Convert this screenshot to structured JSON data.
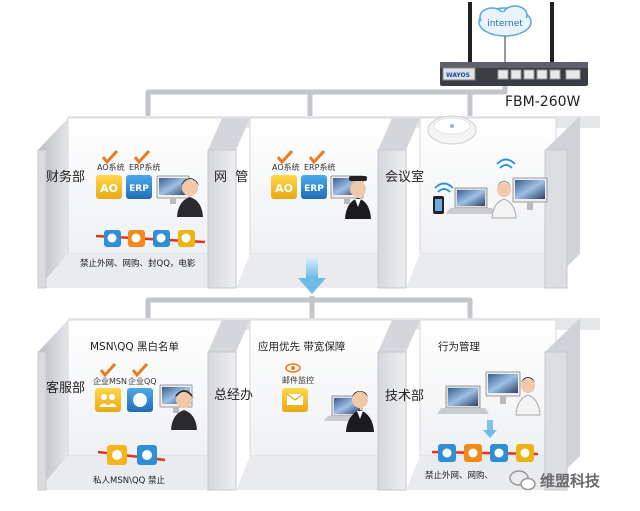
{
  "router": {
    "cloud_label": "internet",
    "brand": "WAYOS",
    "model": "FBM-260W"
  },
  "rooms_top": [
    {
      "name": "财务部",
      "app_labels": [
        "AO系统",
        "ERP系统"
      ],
      "app_badges": [
        "AO",
        "ERP"
      ],
      "caption": "禁止外网、网购、封QQ，电影"
    },
    {
      "name": "网  管",
      "app_labels": [
        "AO系统",
        "ERP系统"
      ],
      "app_badges": [
        "AO",
        "ERP"
      ]
    },
    {
      "name": "会议室"
    }
  ],
  "rooms_bottom": [
    {
      "name": "客服部",
      "heading": "MSN\\QQ 黑白名单",
      "app_labels": [
        "企业MSN",
        "企业QQ"
      ],
      "caption": "私人MSN\\QQ 禁止"
    },
    {
      "name": "总经办",
      "heading": "应用优先 带宽保障",
      "app_labels": [
        "邮件监控"
      ]
    },
    {
      "name": "技术部",
      "heading": "行为管理",
      "caption": "禁止外网、网购、"
    }
  ],
  "watermark": "维盟科技",
  "colors": {
    "accent_blue": "#2f8fd6",
    "wall_gray": "#c9cbd0",
    "check_orange": "#f07818",
    "ban_red": "#e2331c",
    "arrow_blue": "#7cc3ea"
  }
}
